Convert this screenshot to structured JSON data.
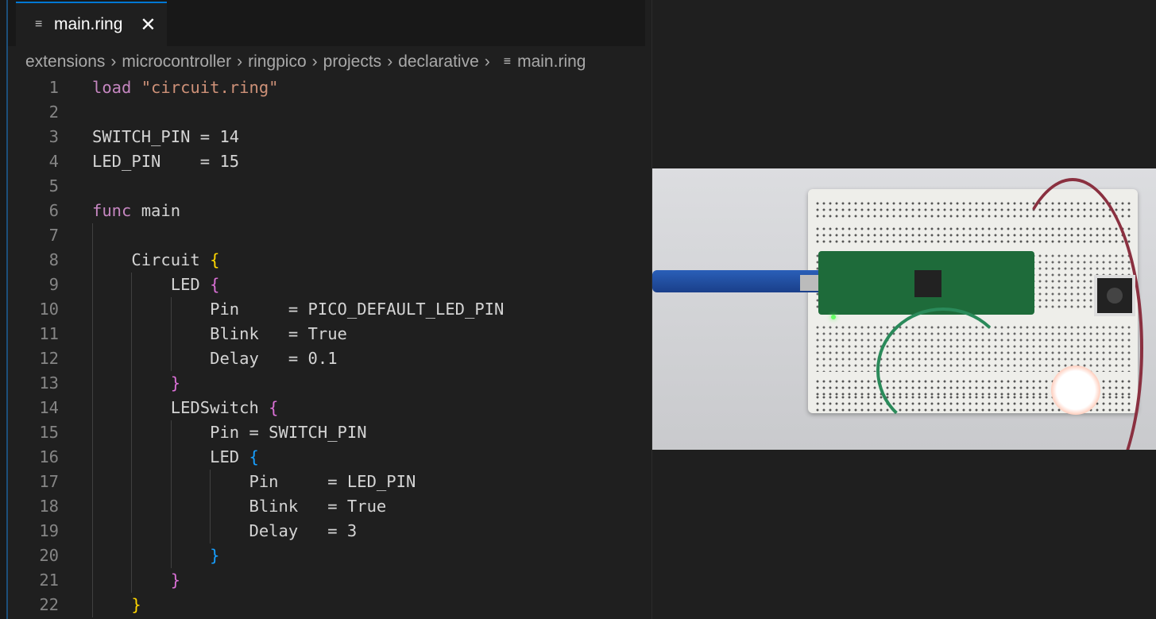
{
  "tab": {
    "file_icon": "file-lines-icon",
    "label": "main.ring",
    "close_icon": "close-icon"
  },
  "breadcrumb": {
    "items": [
      "extensions",
      "microcontroller",
      "ringpico",
      "projects",
      "declarative"
    ],
    "file": "main.ring",
    "separator": ">"
  },
  "code": {
    "lines": [
      [
        [
          "kw",
          "load"
        ],
        [
          "",
          " "
        ],
        [
          "str",
          "\"circuit.ring\""
        ]
      ],
      [],
      [
        [
          "",
          "SWITCH_PIN = 14"
        ]
      ],
      [
        [
          "",
          "LED_PIN    = 15"
        ]
      ],
      [],
      [
        [
          "kw",
          "func"
        ],
        [
          "",
          " main"
        ]
      ],
      [],
      [
        [
          "",
          "    Circuit "
        ],
        [
          "b1",
          "{"
        ]
      ],
      [
        [
          "",
          "        LED "
        ],
        [
          "b2",
          "{"
        ]
      ],
      [
        [
          "",
          "            Pin     = PICO_DEFAULT_LED_PIN"
        ]
      ],
      [
        [
          "",
          "            Blink   = True"
        ]
      ],
      [
        [
          "",
          "            Delay   = 0.1"
        ]
      ],
      [
        [
          "",
          "        "
        ],
        [
          "b2",
          "}"
        ]
      ],
      [
        [
          "",
          "        LEDSwitch "
        ],
        [
          "b2",
          "{"
        ]
      ],
      [
        [
          "",
          "            Pin = SWITCH_PIN"
        ]
      ],
      [
        [
          "",
          "            LED "
        ],
        [
          "b3",
          "{"
        ]
      ],
      [
        [
          "",
          "                Pin     = LED_PIN"
        ]
      ],
      [
        [
          "",
          "                Blink   = True"
        ]
      ],
      [
        [
          "",
          "                Delay   = 3"
        ]
      ],
      [
        [
          "",
          "            "
        ],
        [
          "b3",
          "}"
        ]
      ],
      [
        [
          "",
          "        "
        ],
        [
          "b2",
          "}"
        ]
      ],
      [
        [
          "",
          "    "
        ],
        [
          "b1",
          "}"
        ]
      ]
    ],
    "guides": [
      [],
      [],
      [],
      [],
      [],
      [],
      [
        1
      ],
      [
        1
      ],
      [
        1,
        2
      ],
      [
        1,
        2,
        3
      ],
      [
        1,
        2,
        3
      ],
      [
        1,
        2,
        3
      ],
      [
        1,
        2
      ],
      [
        1,
        2
      ],
      [
        1,
        2,
        3
      ],
      [
        1,
        2,
        3
      ],
      [
        1,
        2,
        3,
        4
      ],
      [
        1,
        2,
        3,
        4
      ],
      [
        1,
        2,
        3,
        4
      ],
      [
        1,
        2,
        3
      ],
      [
        1,
        2
      ],
      [
        1
      ]
    ]
  },
  "colors": {
    "keyword": "#c586c0",
    "string": "#ce9178",
    "bracket1": "#ffd700",
    "bracket2": "#da70d6",
    "bracket3": "#179fff",
    "accent": "#0078d4"
  },
  "photo": {
    "subject": "raspberry-pi-pico-breadboard-circuit"
  }
}
